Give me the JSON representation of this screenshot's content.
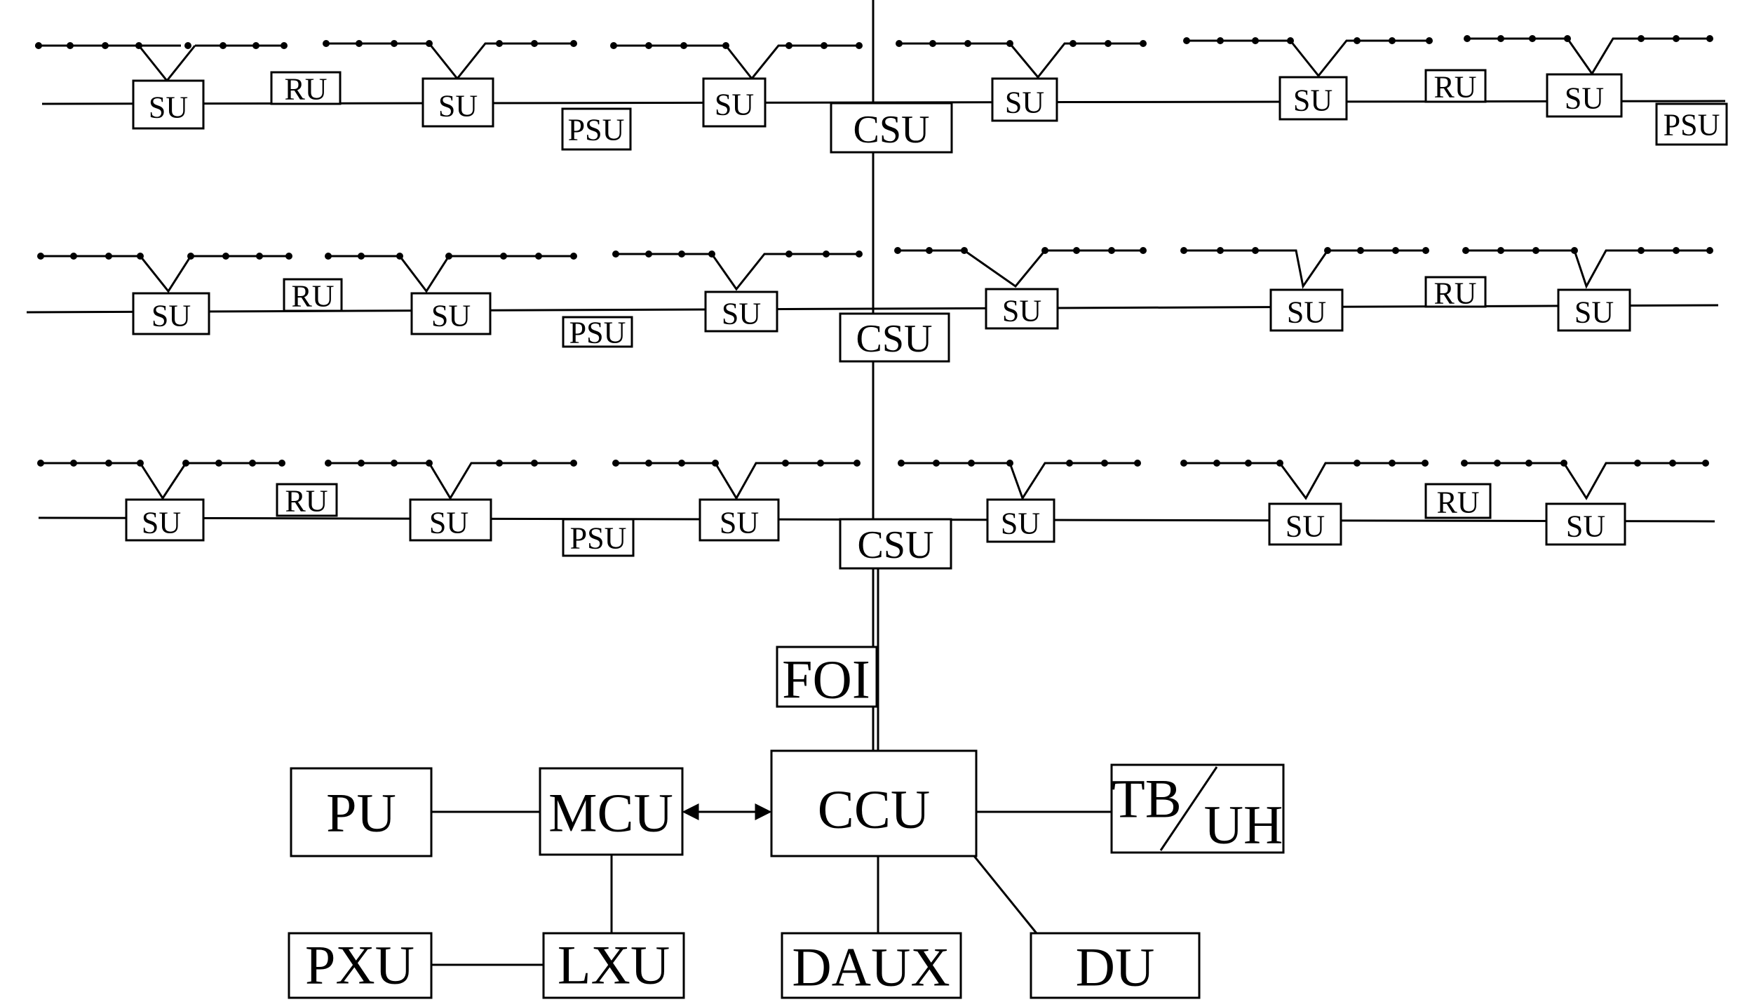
{
  "rows": [
    {
      "csu": "CSU",
      "units": [
        {
          "label": "SU"
        },
        {
          "label": "RU"
        },
        {
          "label": "SU"
        },
        {
          "label": "PSU"
        },
        {
          "label": "SU"
        },
        {
          "label": "SU"
        },
        {
          "label": "SU"
        },
        {
          "label": "RU"
        },
        {
          "label": "SU"
        },
        {
          "label": "PSU"
        }
      ]
    },
    {
      "csu": "CSU",
      "units": [
        {
          "label": "SU"
        },
        {
          "label": "RU"
        },
        {
          "label": "SU"
        },
        {
          "label": "PSU"
        },
        {
          "label": "SU"
        },
        {
          "label": "SU"
        },
        {
          "label": "SU"
        },
        {
          "label": "RU"
        },
        {
          "label": "SU"
        }
      ]
    },
    {
      "csu": "CSU",
      "units": [
        {
          "label": "SU"
        },
        {
          "label": "RU"
        },
        {
          "label": "SU"
        },
        {
          "label": "PSU"
        },
        {
          "label": "SU"
        },
        {
          "label": "SU"
        },
        {
          "label": "SU"
        },
        {
          "label": "RU"
        },
        {
          "label": "SU"
        }
      ]
    }
  ],
  "central": {
    "foi": "FOI",
    "ccu": "CCU",
    "mcu": "MCU",
    "pu": "PU",
    "lxu": "LXU",
    "pxu": "PXU",
    "daux": "DAUX",
    "du": "DU",
    "tb": "TB",
    "uh": "UH"
  }
}
